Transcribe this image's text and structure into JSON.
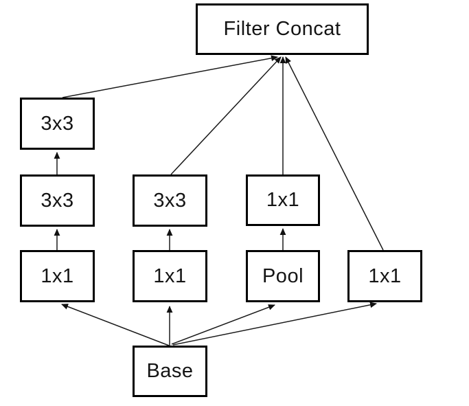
{
  "figure": {
    "type": "diagram",
    "colors": {
      "background": "#ffffff",
      "box_fill": "#ffffff",
      "box_border": "#000000",
      "edge_line": "#1a1a1a"
    },
    "nodes": {
      "filter_concat": "Filter Concat",
      "branch1_conv3": "3x3",
      "branch1_conv2": "3x3",
      "branch1_conv1": "1x1",
      "branch2_conv2": "3x3",
      "branch2_conv1": "1x1",
      "branch3_conv": "1x1",
      "branch3_pool": "Pool",
      "branch4_conv": "1x1",
      "base": "Base"
    },
    "edges": [
      {
        "from": "base",
        "to": "branch1_conv1"
      },
      {
        "from": "base",
        "to": "branch2_conv1"
      },
      {
        "from": "base",
        "to": "branch3_pool"
      },
      {
        "from": "base",
        "to": "branch4_conv"
      },
      {
        "from": "branch1_conv1",
        "to": "branch1_conv2"
      },
      {
        "from": "branch1_conv2",
        "to": "branch1_conv3"
      },
      {
        "from": "branch2_conv1",
        "to": "branch2_conv2"
      },
      {
        "from": "branch3_pool",
        "to": "branch3_conv"
      },
      {
        "from": "branch1_conv3",
        "to": "filter_concat"
      },
      {
        "from": "branch2_conv2",
        "to": "filter_concat"
      },
      {
        "from": "branch3_conv",
        "to": "filter_concat"
      },
      {
        "from": "branch4_conv",
        "to": "filter_concat"
      }
    ]
  }
}
